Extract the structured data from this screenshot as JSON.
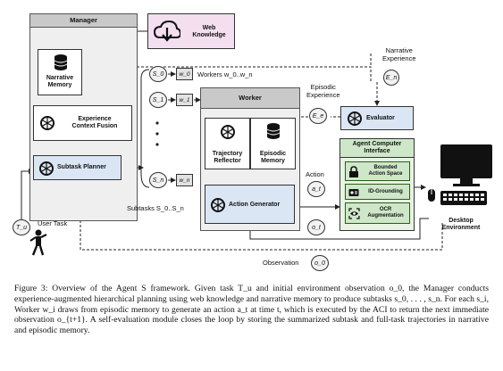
{
  "manager": {
    "title": "Manager",
    "narrative_memory": "Narrative\nMemory",
    "experience_context_fusion": "Experience\nContext Fusion",
    "subtask_planner": "Subtask Planner"
  },
  "web_knowledge": {
    "label": "Web\nKnowledge"
  },
  "narrative_experience": {
    "label": "Narrative\nExperience",
    "symbol": "E_n"
  },
  "workers": {
    "label": "Workers w_0..w_n",
    "subtasks_label": "Subtasks S_0..S_n",
    "s0": "S_0",
    "s1": "S_1",
    "sn": "S_n",
    "w0": "w_0",
    "w1": "w_1",
    "wn": "w_n"
  },
  "worker": {
    "title": "Worker",
    "trajectory_reflector": "Trajectory\nReflector",
    "episodic_memory": "Episodic\nMemory",
    "action_generator": "Action Generator"
  },
  "episodic_experience": {
    "label": "Episodic\nExperience",
    "symbol": "E_e"
  },
  "evaluator": {
    "label": "Evaluator"
  },
  "aci": {
    "title": "Agent Computer\nInterface",
    "items": [
      "Bounded\nAction Space",
      "ID-Grounding",
      "OCR\nAugmentation"
    ]
  },
  "action": {
    "label": "Action",
    "a_t": "a_t",
    "o_t": "o_t"
  },
  "desktop": {
    "label": "Desktop\nEnvironment"
  },
  "user_task": {
    "label": "User Task",
    "symbol": "T_u"
  },
  "observation": {
    "label": "Observation",
    "symbol": "o_0"
  },
  "caption": "Figure 3: Overview of the Agent S framework. Given task T_u and initial environment observation o_0, the Manager conducts experience-augmented hierarchical planning using web knowledge and narrative memory to produce subtasks s_0, . . . , s_n. For each s_i, Worker w_i draws from episodic memory to generate an action a_t at time t, which is executed by the ACI to return the next immediate observation o_{t+1}. A self-evaluation module closes the loop by storing the summarized subtask and full-task trajectories in narrative and episodic memory."
}
